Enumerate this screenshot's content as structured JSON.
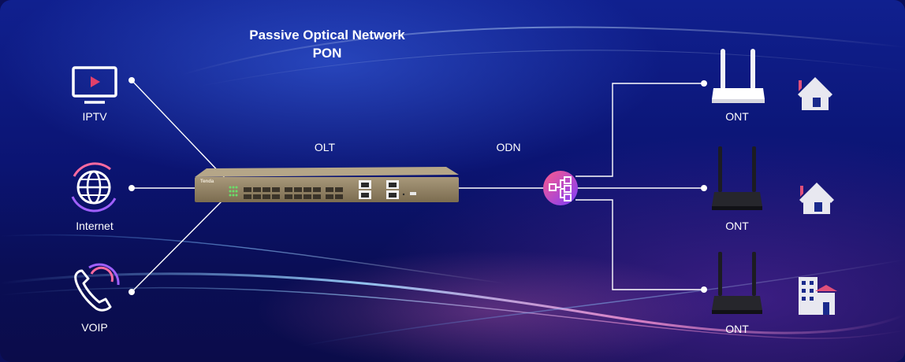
{
  "diagram": {
    "title_line1": "Passive Optical Network",
    "title_line2": "PON",
    "olt_label": "OLT",
    "odn_label": "ODN",
    "services": [
      {
        "label": "IPTV",
        "icon": "tv-icon"
      },
      {
        "label": "Internet",
        "icon": "globe-icon"
      },
      {
        "label": "VOIP",
        "icon": "phone-icon"
      }
    ],
    "onts": [
      {
        "label": "ONT",
        "device": "white-router",
        "premise": "house-icon"
      },
      {
        "label": "ONT",
        "device": "black-router",
        "premise": "house-icon"
      },
      {
        "label": "ONT",
        "device": "black-router",
        "premise": "building-icon"
      }
    ],
    "olt_brand": "Tenda"
  },
  "colors": {
    "line": "#ffffff",
    "splitter_start": "#ff5a8a",
    "splitter_end": "#7a3cff",
    "olt_body": "#8a7a5c",
    "house": "#e8e8f0",
    "roof_accent": "#e0507a"
  }
}
